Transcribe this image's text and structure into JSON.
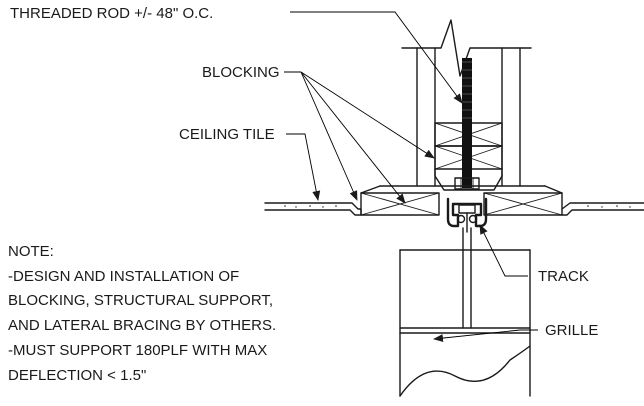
{
  "labels": {
    "threaded_rod": "THREADED ROD +/- 48\" O.C.",
    "blocking": "BLOCKING",
    "ceiling_tile": "CEILING TILE",
    "track": "TRACK",
    "grille": "GRILLE"
  },
  "note": {
    "title": "NOTE:",
    "lines": [
      "-DESIGN AND INSTALLATION OF",
      "BLOCKING, STRUCTURAL SUPPORT,",
      "AND LATERAL BRACING BY OTHERS.",
      "-MUST SUPPORT 180PLF WITH MAX",
      "DEFLECTION < 1.5\""
    ]
  }
}
